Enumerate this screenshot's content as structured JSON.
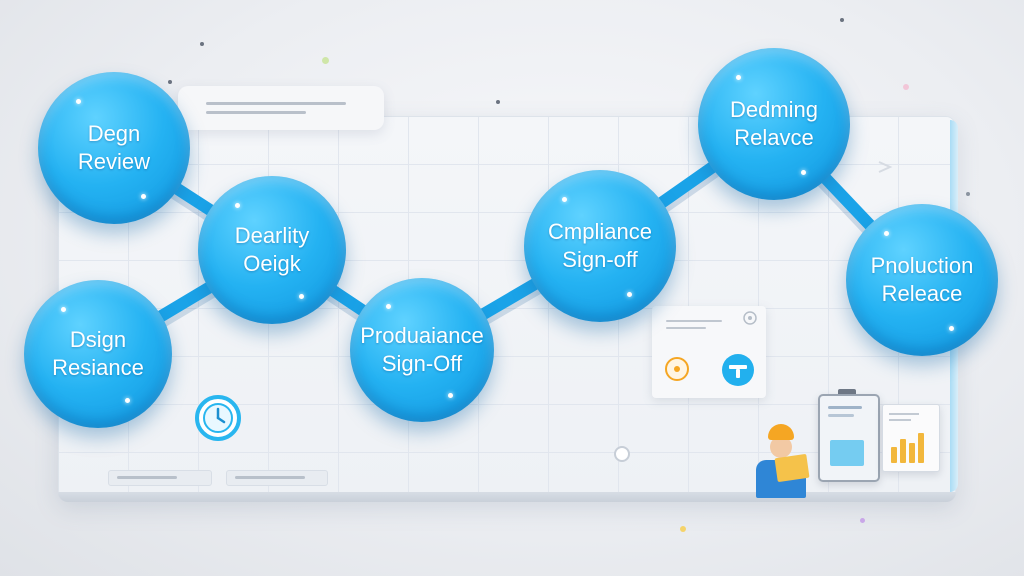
{
  "diagram": {
    "nodes": [
      {
        "id": "n1",
        "label": "Degn\nReview"
      },
      {
        "id": "n2",
        "label": "Dsign\nResiance"
      },
      {
        "id": "n3",
        "label": "Dearlity\nOeigk"
      },
      {
        "id": "n4",
        "label": "Produaiance\nSign-Off"
      },
      {
        "id": "n5",
        "label": "Cmpliance\nSign-off"
      },
      {
        "id": "n6",
        "label": "Dedming\nRelavce"
      },
      {
        "id": "n7",
        "label": "Pnoluction\nReleace"
      }
    ],
    "edges": [
      {
        "from": "n1",
        "to": "n3"
      },
      {
        "from": "n2",
        "to": "n3"
      },
      {
        "from": "n3",
        "to": "n4"
      },
      {
        "from": "n4",
        "to": "n5"
      },
      {
        "from": "n5",
        "to": "n6"
      },
      {
        "from": "n6",
        "to": "n7"
      }
    ],
    "colors": {
      "node": "#1aa9ee",
      "connector": "#1aa3e8",
      "board": "#f2f4f7",
      "accent": "#f5a623"
    }
  },
  "icons": {
    "clock": "clock-icon",
    "badge": "badge-icon",
    "worker": "worker-illustration",
    "clipboard": "clipboard-icon",
    "bar_chart": "bar-chart-icon"
  }
}
